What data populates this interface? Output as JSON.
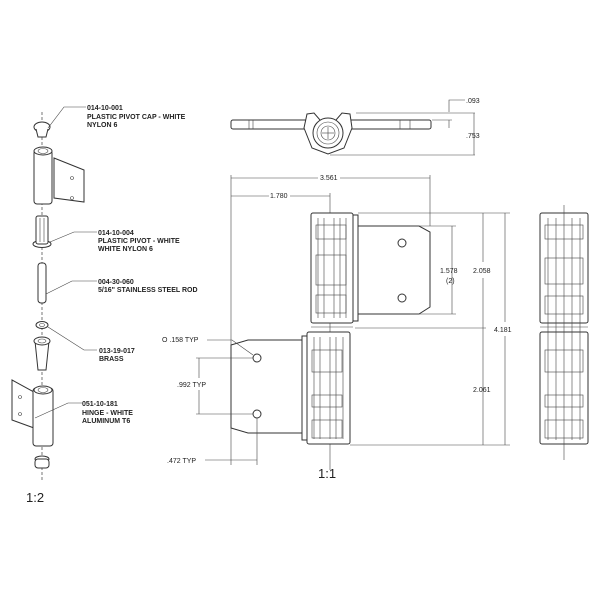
{
  "exploded_view": {
    "scale": "1:2",
    "parts": [
      {
        "number": "014-10-001",
        "desc1": "PLASTIC PIVOT CAP - WHITE",
        "desc2": "NYLON 6"
      },
      {
        "number": "014-10-004",
        "desc1": "PLASTIC PIVOT - WHITE",
        "desc2": "WHITE NYLON 6"
      },
      {
        "number": "004-30-060",
        "desc1": "5/16\" STAINLESS STEEL ROD",
        "desc2": ""
      },
      {
        "number": "013-19-017",
        "desc1": "BRASS",
        "desc2": ""
      },
      {
        "number": "051-10-181",
        "desc1": "HINGE - WHITE",
        "desc2": "ALUMINUM T6"
      }
    ]
  },
  "top_view": {
    "dim_thickness": ".093",
    "dim_depth": ".753"
  },
  "front_view": {
    "scale": "1:1",
    "dim_overall_width": "3.561",
    "dim_half_width": "1.780",
    "dim_hole_spacing_upper": "1.578",
    "dim_hole_count": "(2)",
    "dim_upper_height": "2.058",
    "dim_overall_height": "4.181",
    "dim_lower_height": "2.061",
    "dim_hole_dia": "O .158 TYP",
    "dim_hole_spacing_lower": ".992 TYP",
    "dim_hole_edge": ".472 TYP"
  }
}
